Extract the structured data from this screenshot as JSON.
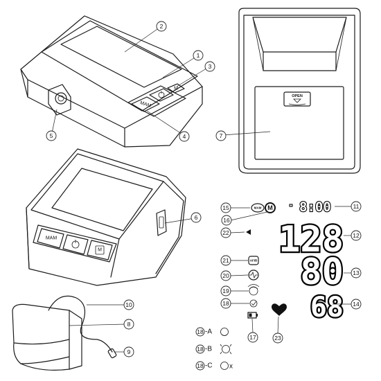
{
  "callouts": {
    "c1": "1",
    "c2": "2",
    "c3": "3",
    "c4": "4",
    "c5": "5",
    "c6": "6",
    "c7": "7",
    "c8": "8",
    "c9": "9",
    "c10": "10",
    "c11": "11",
    "c12": "12",
    "c13": "13",
    "c14": "14",
    "c15": "15",
    "c16": "16",
    "c17": "17",
    "c18": "18",
    "c19": "19",
    "c20": "20",
    "c21": "21",
    "c22": "22",
    "c23": "23"
  },
  "device": {
    "mam_button_label": "MAM",
    "memory_button_label": "M"
  },
  "battery_door": {
    "open_label": "OPEN"
  },
  "lcd": {
    "time": "8:00",
    "systolic": "128",
    "diastolic": "80",
    "pulse": "68",
    "mam_icon_label": "MAM",
    "memory_icon_label": "M",
    "afib_icon_label": "AFIB"
  },
  "legend": {
    "a": "-A",
    "b": "-B",
    "c": "-C",
    "cuff_error_mark": "x"
  }
}
